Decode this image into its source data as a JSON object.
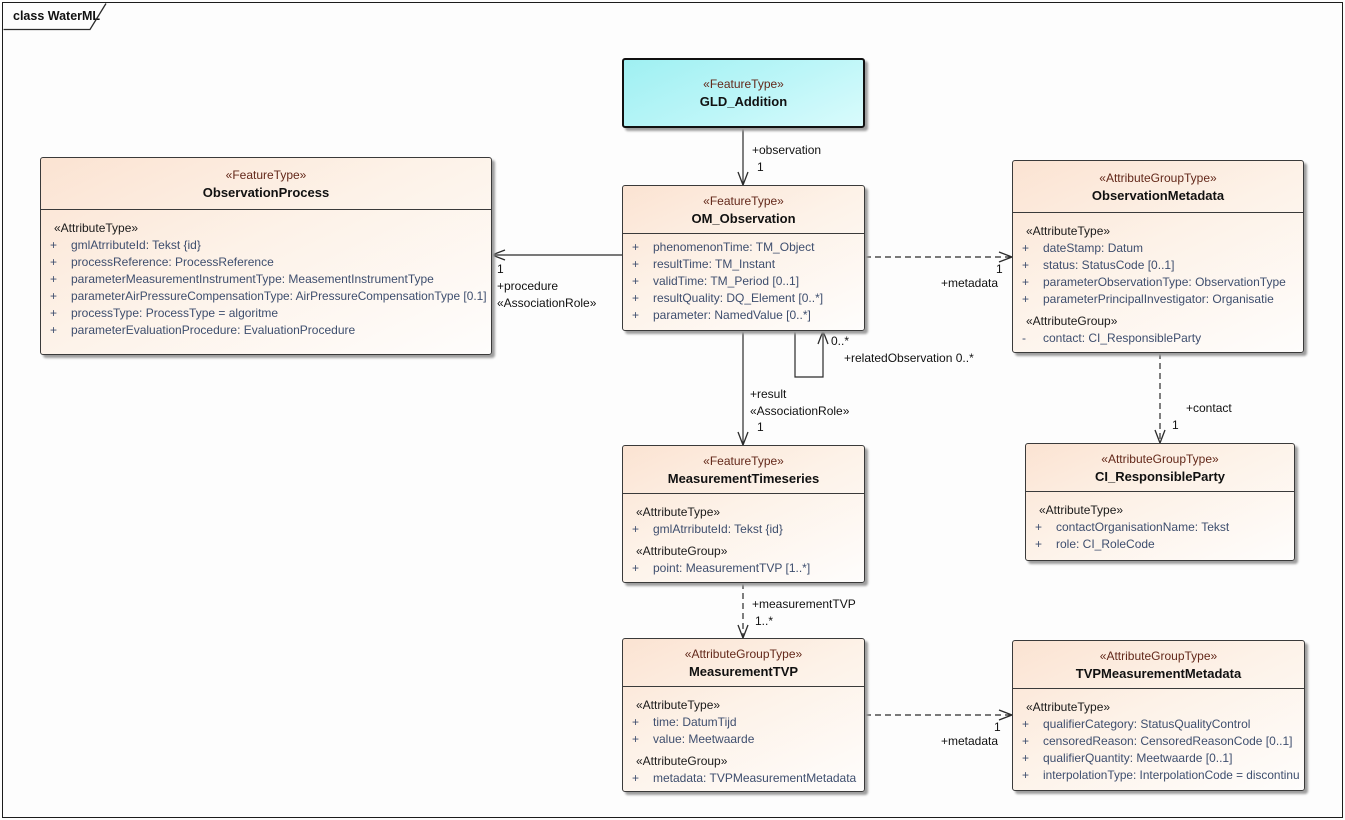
{
  "frame": {
    "tab_label": "class WaterML"
  },
  "colors": {
    "box_fill": "#fbe3d2",
    "gld_fill": "#9ff0f2",
    "stereotype_text": "#63281a",
    "attribute_text": "#3e4e6e",
    "line": "#2b2b2b"
  },
  "classes": [
    {
      "id": "gld",
      "stereotype": "«FeatureType»",
      "name": "GLD_Addition",
      "rows": []
    },
    {
      "id": "obsproc",
      "stereotype": "«FeatureType»",
      "name": "ObservationProcess",
      "rows": [
        {
          "t": "section",
          "text": "«AttributeType»"
        },
        {
          "t": "attr",
          "sign": "+",
          "text": "gmlAtrributeId: Tekst {id}"
        },
        {
          "t": "attr",
          "sign": "+",
          "text": "processReference: ProcessReference"
        },
        {
          "t": "attr",
          "sign": "+",
          "text": "parameterMeasurementInstrumentType: MeasementInstrumentType"
        },
        {
          "t": "attr",
          "sign": "+",
          "text": "parameterAirPressureCompensationType: AirPressureCompensationType [0.1]"
        },
        {
          "t": "attr",
          "sign": "+",
          "text": "processType: ProcessType = algoritme"
        },
        {
          "t": "attr",
          "sign": "+",
          "text": "parameterEvaluationProcedure: EvaluationProcedure"
        }
      ]
    },
    {
      "id": "om",
      "stereotype": "«FeatureType»",
      "name": "OM_Observation",
      "rows": [
        {
          "t": "attr",
          "sign": "+",
          "text": "phenomenonTime: TM_Object"
        },
        {
          "t": "attr",
          "sign": "+",
          "text": "resultTime: TM_Instant"
        },
        {
          "t": "attr",
          "sign": "+",
          "text": "validTime: TM_Period [0..1]"
        },
        {
          "t": "attr",
          "sign": "+",
          "text": "resultQuality: DQ_Element [0..*]"
        },
        {
          "t": "attr",
          "sign": "+",
          "text": "parameter: NamedValue [0..*]"
        }
      ]
    },
    {
      "id": "obsmeta",
      "stereotype": "«AttributeGroupType»",
      "name": "ObservationMetadata",
      "rows": [
        {
          "t": "section",
          "text": "«AttributeType»"
        },
        {
          "t": "attr",
          "sign": "+",
          "text": "dateStamp: Datum"
        },
        {
          "t": "attr",
          "sign": "+",
          "text": "status: StatusCode [0..1]"
        },
        {
          "t": "attr",
          "sign": "+",
          "text": "parameterObservationType: ObservationType"
        },
        {
          "t": "attr",
          "sign": "+",
          "text": "parameterPrincipalInvestigator: Organisatie"
        },
        {
          "t": "section",
          "text": "«AttributeGroup»"
        },
        {
          "t": "attr",
          "sign": "-",
          "text": "contact: CI_ResponsibleParty"
        }
      ]
    },
    {
      "id": "mts",
      "stereotype": "«FeatureType»",
      "name": "MeasurementTimeseries",
      "rows": [
        {
          "t": "section",
          "text": "«AttributeType»"
        },
        {
          "t": "attr",
          "sign": "+",
          "text": "gmlAtrributeId: Tekst {id}"
        },
        {
          "t": "section",
          "text": "«AttributeGroup»"
        },
        {
          "t": "attr",
          "sign": "+",
          "text": "point: MeasurementTVP [1..*]"
        }
      ]
    },
    {
      "id": "cirp",
      "stereotype": "«AttributeGroupType»",
      "name": "CI_ResponsibleParty",
      "rows": [
        {
          "t": "section",
          "text": "«AttributeType»"
        },
        {
          "t": "attr",
          "sign": "+",
          "text": "contactOrganisationName: Tekst"
        },
        {
          "t": "attr",
          "sign": "+",
          "text": "role: CI_RoleCode"
        }
      ]
    },
    {
      "id": "mtvp",
      "stereotype": "«AttributeGroupType»",
      "name": "MeasurementTVP",
      "rows": [
        {
          "t": "section",
          "text": "«AttributeType»"
        },
        {
          "t": "attr",
          "sign": "+",
          "text": "time: DatumTijd"
        },
        {
          "t": "attr",
          "sign": "+",
          "text": "value: Meetwaarde"
        },
        {
          "t": "section",
          "text": "«AttributeGroup»"
        },
        {
          "t": "attr",
          "sign": "+",
          "text": "metadata: TVPMeasurementMetadata"
        }
      ]
    },
    {
      "id": "tvpmm",
      "stereotype": "«AttributeGroupType»",
      "name": "TVPMeasurementMetadata",
      "rows": [
        {
          "t": "section",
          "text": "«AttributeType»"
        },
        {
          "t": "attr",
          "sign": "+",
          "text": "qualifierCategory: StatusQualityControl"
        },
        {
          "t": "attr",
          "sign": "+",
          "text": "censoredReason: CensoredReasonCode [0..1]"
        },
        {
          "t": "attr",
          "sign": "+",
          "text": "qualifierQuantity: Meetwaarde [0..1]"
        },
        {
          "t": "attr",
          "sign": "+",
          "text": "interpolationType: InterpolationCode = discontinu"
        }
      ]
    }
  ],
  "connectors": [
    {
      "id": "observation",
      "labels": [
        "+observation",
        "1"
      ]
    },
    {
      "id": "procedure",
      "labels": [
        "1",
        "+procedure",
        "«AssociationRole»"
      ]
    },
    {
      "id": "metadata_obs",
      "labels": [
        "1",
        "+metadata"
      ]
    },
    {
      "id": "related",
      "labels": [
        "0..*",
        "+relatedObservation 0..*"
      ]
    },
    {
      "id": "result",
      "labels": [
        "+result",
        "«AssociationRole»",
        "1"
      ]
    },
    {
      "id": "contact",
      "labels": [
        "+contact",
        "1"
      ]
    },
    {
      "id": "measurementTVP",
      "labels": [
        "+measurementTVP",
        "1..*"
      ]
    },
    {
      "id": "metadata_tvp",
      "labels": [
        "1",
        "+metadata"
      ]
    }
  ]
}
